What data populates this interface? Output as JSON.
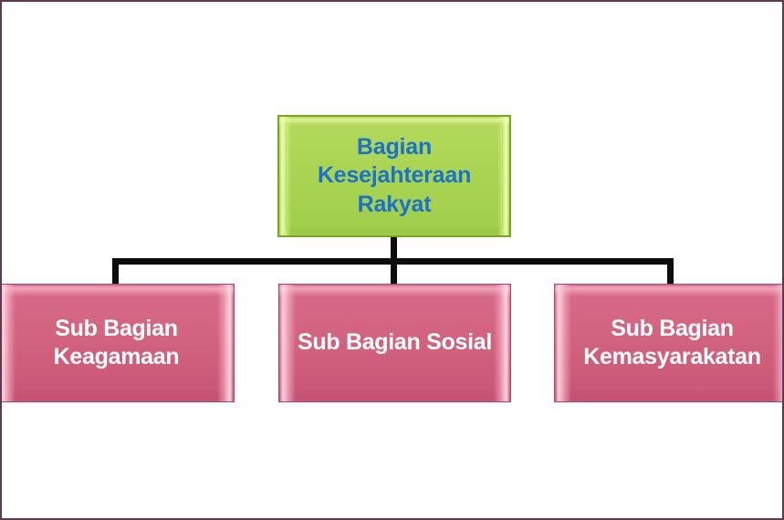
{
  "diagram": {
    "type": "organizational-chart",
    "title_text_present": false,
    "colors": {
      "frame_border": "#5c3a50",
      "canvas_background": "#ffffff",
      "parent_fill": "#a8d452",
      "parent_border": "#7ca327",
      "parent_text": "#1c72c8",
      "child_fill": "#d2637f",
      "child_border": "#b4436a",
      "child_text": "#ffffff",
      "connector": "#0d0d0d"
    },
    "root": {
      "id": "bagian-kesejahteraan-rakyat",
      "lines": [
        "Bagian",
        "Kesejahteraan",
        "Rakyat"
      ],
      "full_label": "Bagian Kesejahteraan Rakyat"
    },
    "children": [
      {
        "id": "sub-bagian-keagamaan",
        "lines": [
          "Sub Bagian",
          "Keagamaan"
        ],
        "full_label": "Sub Bagian Keagamaan"
      },
      {
        "id": "sub-bagian-sosial",
        "lines": [
          "Sub Bagian Sosial"
        ],
        "full_label": "Sub Bagian Sosial"
      },
      {
        "id": "sub-bagian-kemasyarakatan",
        "lines": [
          "Sub Bagian",
          "Kemasyarakatan"
        ],
        "full_label": "Sub Bagian Kemasyarakatan"
      }
    ]
  }
}
